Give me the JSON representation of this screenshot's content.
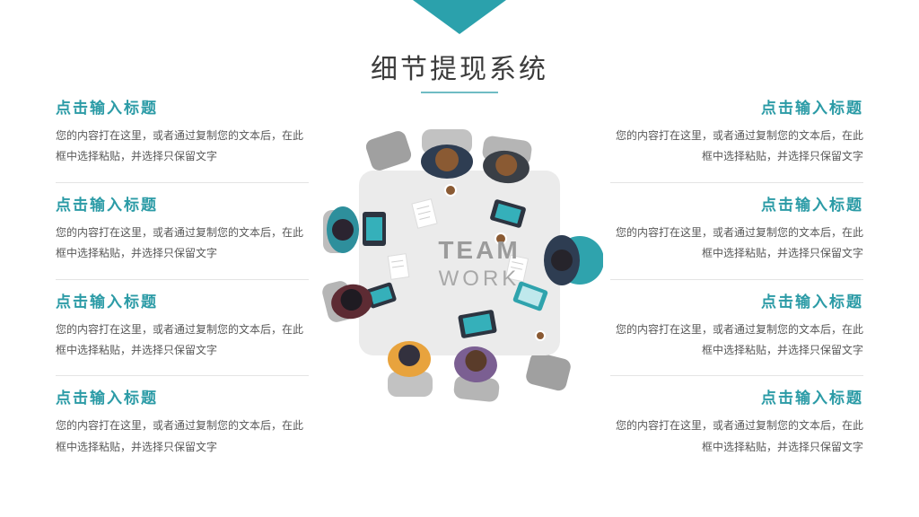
{
  "slide": {
    "title": "细节提现系统",
    "accent_color": "#2ba1ac",
    "illustration": {
      "line1": "TEAM",
      "line2": "WORK"
    }
  },
  "left_items": [
    {
      "title": "点击输入标题",
      "body": "您的内容打在这里，或者通过复制您的文本后，在此框中选择粘贴，并选择只保留文字"
    },
    {
      "title": "点击输入标题",
      "body": "您的内容打在这里，或者通过复制您的文本后，在此框中选择粘贴，并选择只保留文字"
    },
    {
      "title": "点击输入标题",
      "body": "您的内容打在这里，或者通过复制您的文本后，在此框中选择粘贴，并选择只保留文字"
    },
    {
      "title": "点击输入标题",
      "body": "您的内容打在这里，或者通过复制您的文本后，在此框中选择粘贴，并选择只保留文字"
    }
  ],
  "right_items": [
    {
      "title": "点击输入标题",
      "body": "您的内容打在这里，或者通过复制您的文本后，在此框中选择粘贴，并选择只保留文字"
    },
    {
      "title": "点击输入标题",
      "body": "您的内容打在这里，或者通过复制您的文本后，在此框中选择粘贴，并选择只保留文字"
    },
    {
      "title": "点击输入标题",
      "body": "您的内容打在这里，或者通过复制您的文本后，在此框中选择粘贴，并选择只保留文字"
    },
    {
      "title": "点击输入标题",
      "body": "您的内容打在这里，或者通过复制您的文本后，在此框中选择粘贴，并选择只保留文字"
    }
  ]
}
